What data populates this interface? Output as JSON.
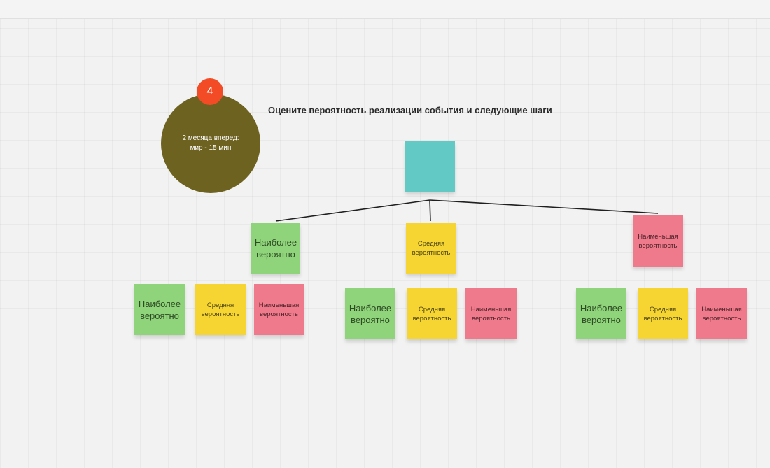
{
  "board": {
    "colors": {
      "background": "#f2f2f2",
      "circle": "#6e6221",
      "badge": "#f24b25",
      "teal": "#62c9c5",
      "green": "#8fd47b",
      "yellow": "#f6d532",
      "pink": "#ef7a8b"
    }
  },
  "step": {
    "number": "4",
    "line1": "2 месяца вперед:",
    "line2": "мир - 15 мин"
  },
  "heading": "Оцените вероятность реализации события и следующие шаги",
  "labels": {
    "most_likely_1": "Наиболее",
    "most_likely_2": "вероятно",
    "medium_1": "Средняя",
    "medium_2": "вероятность",
    "least_1": "Наименьшая",
    "least_2": "вероятность"
  }
}
